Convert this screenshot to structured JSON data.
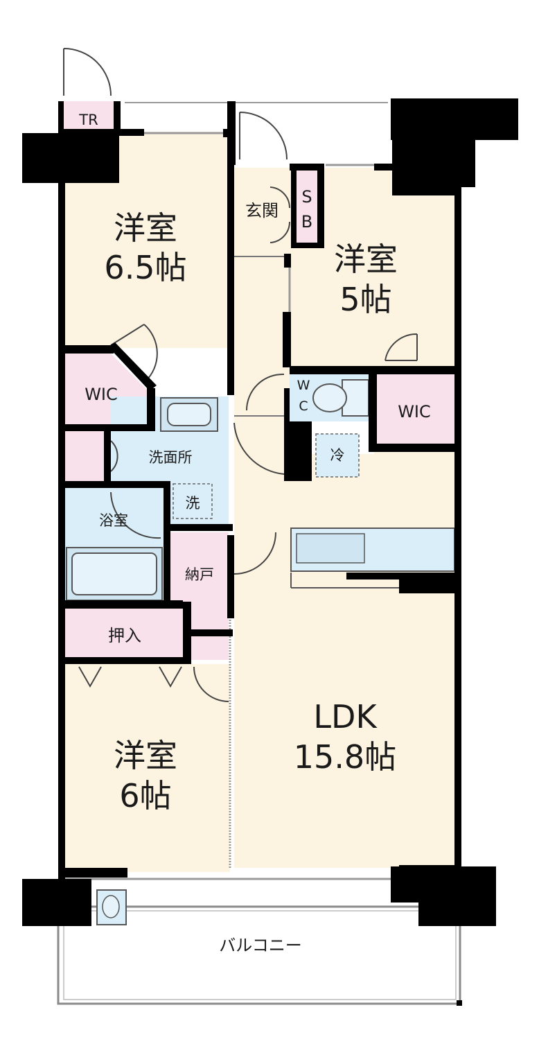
{
  "rooms": {
    "tr": "TR",
    "bedroom_nw": {
      "name": "洋室",
      "size": "6.5帖"
    },
    "bedroom_ne": {
      "name": "洋室",
      "size": "5帖"
    },
    "bedroom_sw": {
      "name": "洋室",
      "size": "6帖"
    },
    "genkan": "玄関",
    "sb_top": "S",
    "sb_bottom": "B",
    "wic_left": "WIC",
    "wic_right": "WIC",
    "wc_top": "W",
    "wc_bottom": "C",
    "senmenjo": "洗面所",
    "washer": "洗",
    "bathroom": "浴室",
    "nando": "納戸",
    "oshiire": "押入",
    "fridge": "冷",
    "ldk": {
      "name": "LDK",
      "size": "15.8帖"
    },
    "balcony": "バルコニー"
  },
  "colors": {
    "room_fill": "#fcf3e0",
    "wet_area_fill": "#d9eef8",
    "storage_fill": "#f8e1ea",
    "wall": "#000000",
    "fixture_stroke": "#555555"
  }
}
